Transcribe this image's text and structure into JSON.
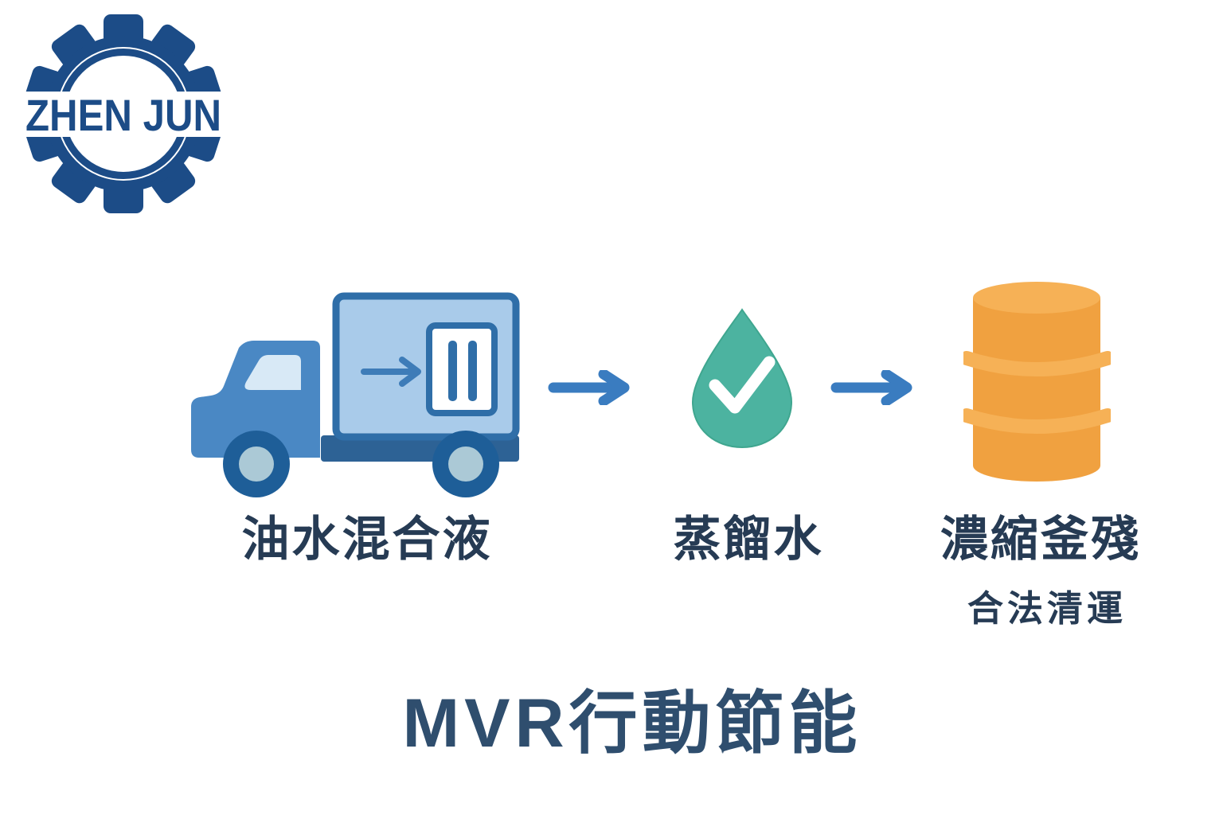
{
  "logo": {
    "text": "ZHEN JUN",
    "icon": "gear-icon",
    "color": "#1c4c87"
  },
  "flow": {
    "steps": [
      {
        "icon": "truck-icon",
        "label": "油水混合液"
      },
      {
        "icon": "water-drop-check-icon",
        "label": "蒸餾水"
      },
      {
        "icon": "barrel-icon",
        "label": "濃縮釜殘",
        "sublabel": "合法清運"
      }
    ],
    "connector_icon": "arrow-right-icon"
  },
  "title": "MVR行動節能",
  "colors": {
    "logo_navy": "#1c4c87",
    "label_text": "#263b54",
    "title_text": "#2f4e6e",
    "flow_arrow": "#3a7cc0",
    "truck_cab": "#4a88c4",
    "truck_window": "#d8e9f6",
    "truck_cargo_fill": "#a9cbea",
    "truck_cargo_border": "#2f6ea8",
    "truck_chassis": "#2d6295",
    "truck_wheel": "#1e5e98",
    "truck_wheel_hub": "#abc9d6",
    "drop_teal": "#4cb3a0",
    "checkmark": "#ffffff",
    "barrel_orange": "#f0a140",
    "barrel_highlight": "#f6b156",
    "background": "#ffffff"
  }
}
